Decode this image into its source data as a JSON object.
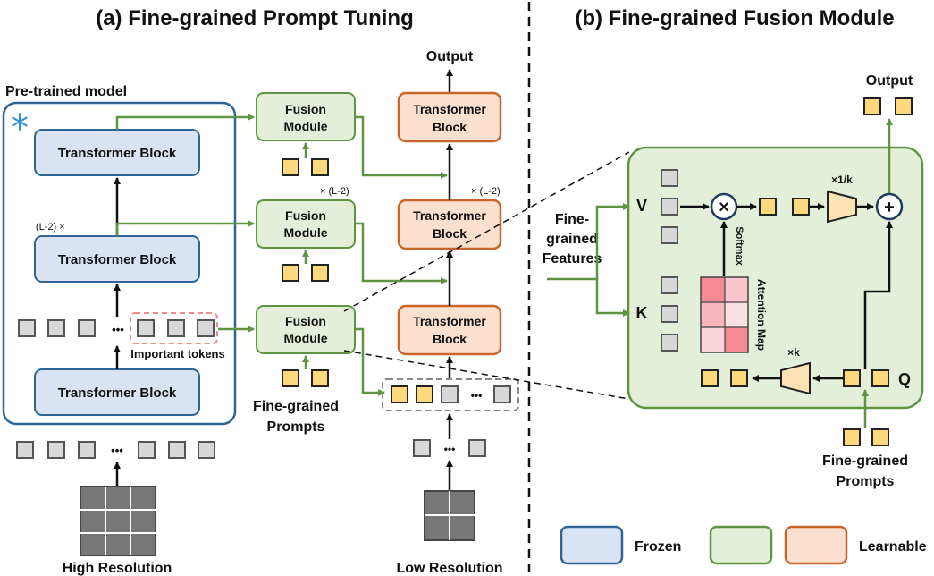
{
  "titles": {
    "a": "(a) Fine-grained Prompt Tuning",
    "b": "(b) Fine-grained Fusion Module"
  },
  "pretrained": {
    "label": "Pre-trained model",
    "snow_icon": "snowflake-icon",
    "block_top": "Transformer Block",
    "block_mid": "Transformer Block",
    "block_bottom": "Transformer Block",
    "repeat": "(L-2) ×",
    "important_tokens": "Important tokens",
    "dots": "•••"
  },
  "fusion": {
    "label_line1": "Fusion",
    "label_line2": "Module",
    "repeat": "× (L-2)",
    "prompts_line1": "Fine-grained",
    "prompts_line2": "Prompts"
  },
  "learnable_stack": {
    "block_line1": "Transformer",
    "block_line2": "Block",
    "repeat": "× (L-2)",
    "output": "Output",
    "dots": "•••"
  },
  "inputs": {
    "high_res": "High Resolution",
    "low_res": "Low Resolution",
    "dots": "•••"
  },
  "module": {
    "output": "Output",
    "v": "V",
    "k": "K",
    "q": "Q",
    "scale_down": "×1/k",
    "scale_up": "×k",
    "softmax": "Softmax",
    "attention": "Attention Map",
    "features_line1": "Fine-",
    "features_line2": "grained",
    "features_line3": "Features",
    "prompts_line1": "Fine-grained",
    "prompts_line2": "Prompts",
    "multiply": "×",
    "plus": "+"
  },
  "legend": {
    "frozen": "Frozen",
    "learnable": "Learnable"
  },
  "colors": {
    "frozen_fill": "#d9e3f4",
    "frozen_stroke": "#2e6594",
    "fusion_fill": "#e3efd9",
    "fusion_stroke": "#5f9442",
    "learn_fill": "#fbdfcf",
    "learn_stroke": "#c8662a",
    "token_gray": "#d8d8d8",
    "token_yellow": "#fdd97e",
    "arrow_green": "#5f9442"
  }
}
